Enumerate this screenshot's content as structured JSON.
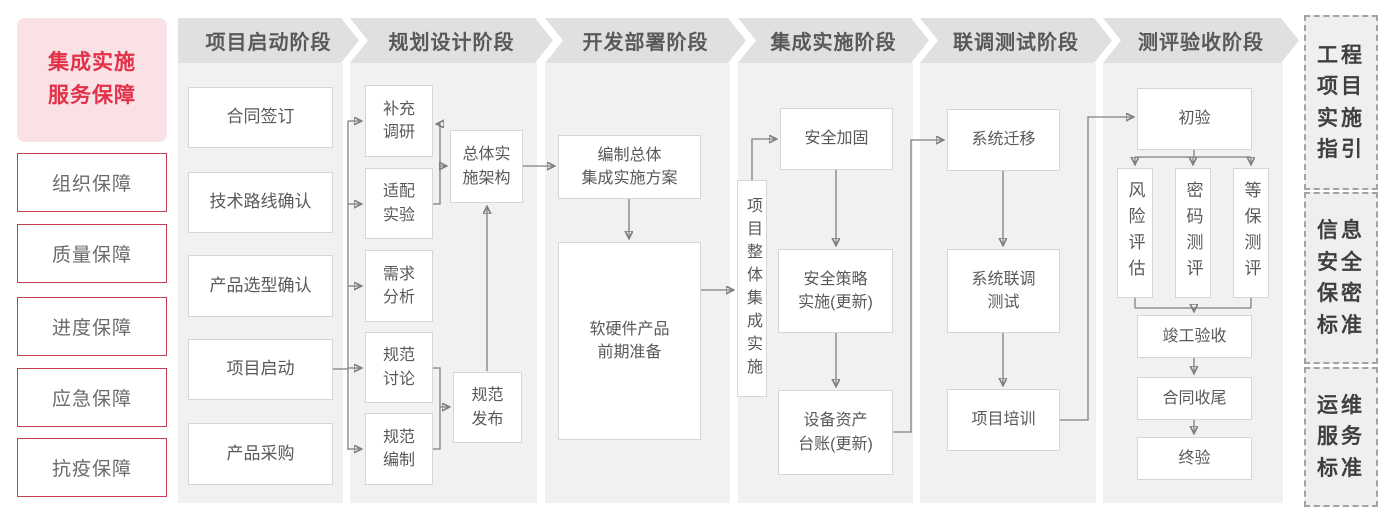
{
  "sidebar": {
    "title": "集成实施\n服务保障",
    "items": [
      {
        "label": "组织保障"
      },
      {
        "label": "质量保障"
      },
      {
        "label": "进度保障"
      },
      {
        "label": "应急保障"
      },
      {
        "label": "抗疫保障"
      }
    ]
  },
  "stages": [
    {
      "label": "项目启动阶段",
      "nodes": [
        {
          "label": "合同签订"
        },
        {
          "label": "技术路线确认"
        },
        {
          "label": "产品选型确认"
        },
        {
          "label": "项目启动"
        },
        {
          "label": "产品采购"
        }
      ]
    },
    {
      "label": "规划设计阶段",
      "nodes": [
        {
          "label": "补充\n调研"
        },
        {
          "label": "适配\n实验"
        },
        {
          "label": "需求\n分析"
        },
        {
          "label": "规范\n讨论"
        },
        {
          "label": "规范\n编制"
        },
        {
          "label": "总体实\n施架构"
        },
        {
          "label": "规范\n发布"
        }
      ]
    },
    {
      "label": "开发部署阶段",
      "nodes": [
        {
          "label": "编制总体\n集成实施方案"
        },
        {
          "label": "软硬件产品\n前期准备"
        }
      ]
    },
    {
      "label": "集成实施阶段",
      "nodes": [
        {
          "label": "项目整体集成实施"
        },
        {
          "label": "安全加固"
        },
        {
          "label": "安全策略\n实施(更新)"
        },
        {
          "label": "设备资产\n台账(更新)"
        }
      ]
    },
    {
      "label": "联调测试阶段",
      "nodes": [
        {
          "label": "系统迁移"
        },
        {
          "label": "系统联调\n测试"
        },
        {
          "label": "项目培训"
        }
      ]
    },
    {
      "label": "测评验收阶段",
      "nodes": [
        {
          "label": "初验"
        },
        {
          "label": "风险评估"
        },
        {
          "label": "密码测评"
        },
        {
          "label": "等保测评"
        },
        {
          "label": "竣工验收"
        },
        {
          "label": "合同收尾"
        },
        {
          "label": "终验"
        }
      ]
    }
  ],
  "references": [
    {
      "label": "工程\n项目\n实施\n指引"
    },
    {
      "label": "信息\n安全\n保密\n标准"
    },
    {
      "label": "运维\n服务\n标准"
    }
  ],
  "colors": {
    "accent_red": "#e23149",
    "red_border": "#c53d53",
    "pink_bg": "#f9e1e6",
    "panel_gray": "#f1f1f1",
    "header_gray": "#e0e0e0",
    "line_gray": "#7f7f7f",
    "text_gray": "#595959"
  }
}
